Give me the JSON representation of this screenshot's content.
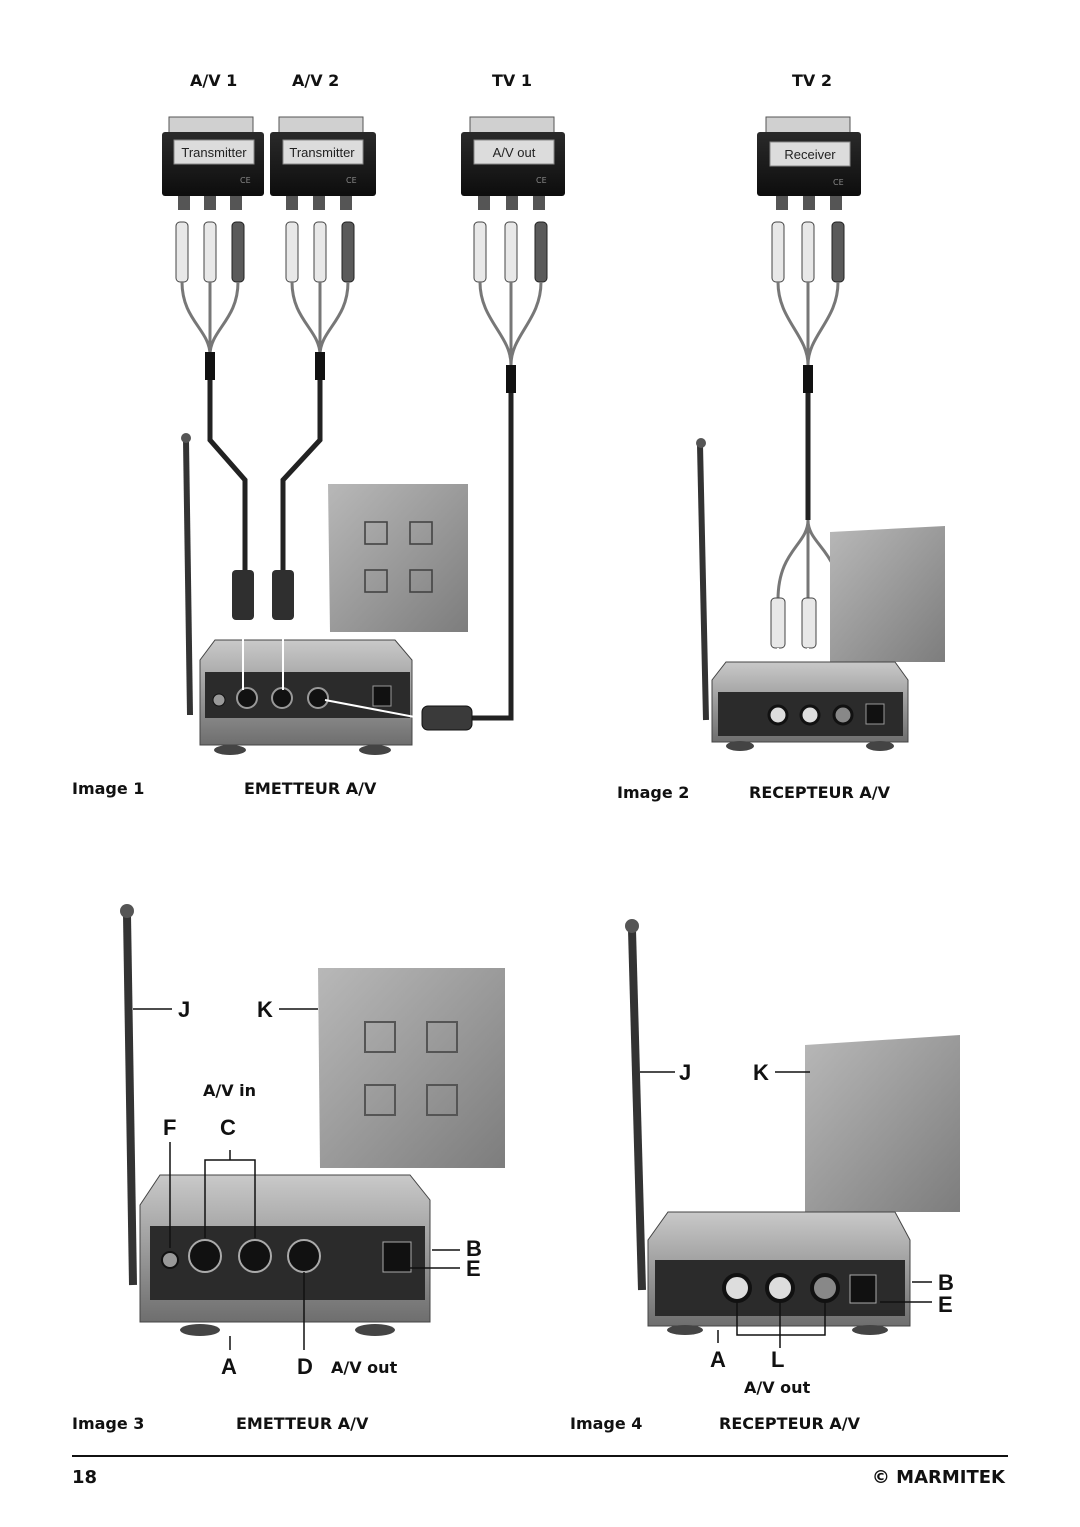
{
  "top_labels": {
    "av1": "A/V 1",
    "av2": "A/V 2",
    "tv1": "TV 1",
    "tv2": "TV 2"
  },
  "adapters": {
    "transmitter_1": "Transmitter",
    "transmitter_2": "Transmitter",
    "av_out": "A/V out",
    "receiver": "Receiver",
    "ce_mark": "CE"
  },
  "image1": {
    "number": "Image 1",
    "title": "EMETTEUR A/V"
  },
  "image2": {
    "number": "Image 2",
    "title": "RECEPTEUR A/V"
  },
  "image3": {
    "number": "Image 3",
    "title": "EMETTEUR A/V",
    "labels": {
      "j": "J",
      "k": "K",
      "av_in": "A/V in",
      "f": "F",
      "c": "C",
      "b": "B",
      "e": "E",
      "a": "A",
      "d": "D",
      "av_out": "A/V out"
    }
  },
  "image4": {
    "number": "Image 4",
    "title": "RECEPTEUR A/V",
    "labels": {
      "j": "J",
      "k": "K",
      "b": "B",
      "e": "E",
      "a": "A",
      "l": "L",
      "av_out": "A/V out"
    }
  },
  "footer": {
    "page_number": "18",
    "brand": "© MARMITEK"
  }
}
